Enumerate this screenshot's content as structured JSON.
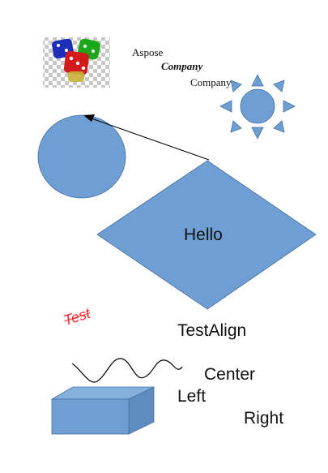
{
  "texts": {
    "aspose": "Aspose",
    "company_bold": "Company",
    "company": "Company",
    "hello": "Hello",
    "test": "Test",
    "testalign": "TestAlign",
    "center": "Center",
    "left": "Left",
    "right": "Right"
  },
  "colors": {
    "shape_fill": "#6f9fd2",
    "shape_stroke": "#3f6fa6",
    "test_text": "#ff2a2a"
  },
  "icons": {
    "dice_picture": "dice-image",
    "sun_shape": "sun-icon"
  }
}
